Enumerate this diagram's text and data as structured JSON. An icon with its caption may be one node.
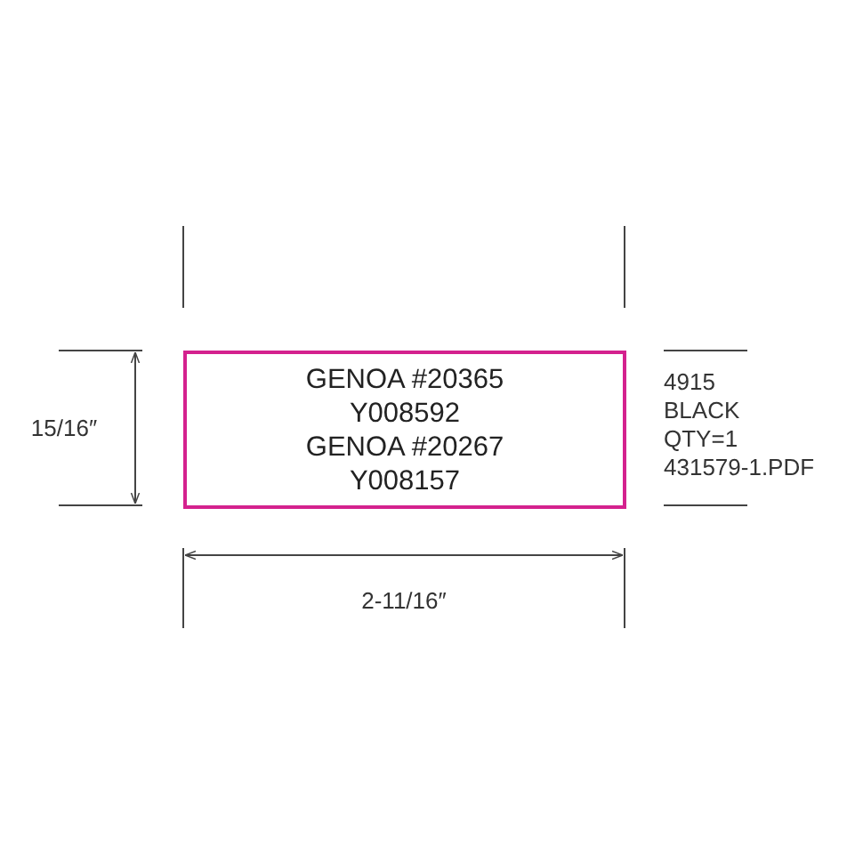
{
  "diagram": {
    "nodes": [
      {
        "text": [
          "GENOA #20365",
          "Y008592",
          "GENOA #20267",
          "Y008157"
        ]
      }
    ],
    "labels": [
      "15/16″",
      "2-11/16″",
      "4915",
      "BLACK",
      "QTY=1",
      "431579-1.PDF"
    ]
  }
}
